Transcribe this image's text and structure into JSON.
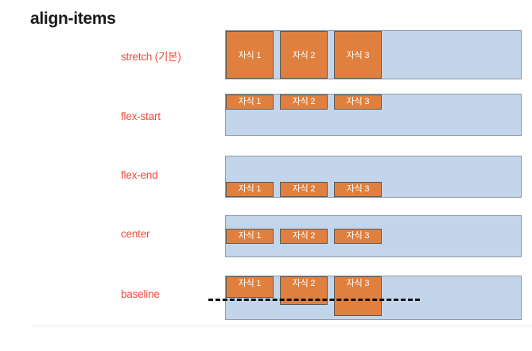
{
  "slide": {
    "title": "align-items",
    "background_color": "#ffffff"
  },
  "colors": {
    "label_red": "#ee4b3c",
    "container_blue": "#c2d5ea",
    "container_border": "#8e9aa8",
    "item_orange": "#e0803f",
    "item_border": "#5a5a5a",
    "item_text": "#ffffff",
    "title_text": "#1a1a1a",
    "baseline_dash": "#111111",
    "bottom_rule": "#e9e9e9"
  },
  "rows": [
    {
      "label": "stretch (기본)",
      "align": "stretch",
      "items": [
        {
          "text": "자식 1"
        },
        {
          "text": "자식 2"
        },
        {
          "text": "자식 3"
        }
      ]
    },
    {
      "label": "flex-start",
      "align": "flex-start",
      "items": [
        {
          "text": "자식 1"
        },
        {
          "text": "자식 2"
        },
        {
          "text": "자식 3"
        }
      ]
    },
    {
      "label": "flex-end",
      "align": "flex-end",
      "items": [
        {
          "text": "자식 1"
        },
        {
          "text": "자식 2"
        },
        {
          "text": "자식 3"
        }
      ]
    },
    {
      "label": "center",
      "align": "center",
      "items": [
        {
          "text": "자식 1"
        },
        {
          "text": "자식 2"
        },
        {
          "text": "자식 3"
        }
      ]
    },
    {
      "label": "baseline",
      "align": "baseline",
      "items": [
        {
          "text": "자식 1"
        },
        {
          "text": "자식 2"
        },
        {
          "text": "자식 3"
        }
      ]
    }
  ]
}
